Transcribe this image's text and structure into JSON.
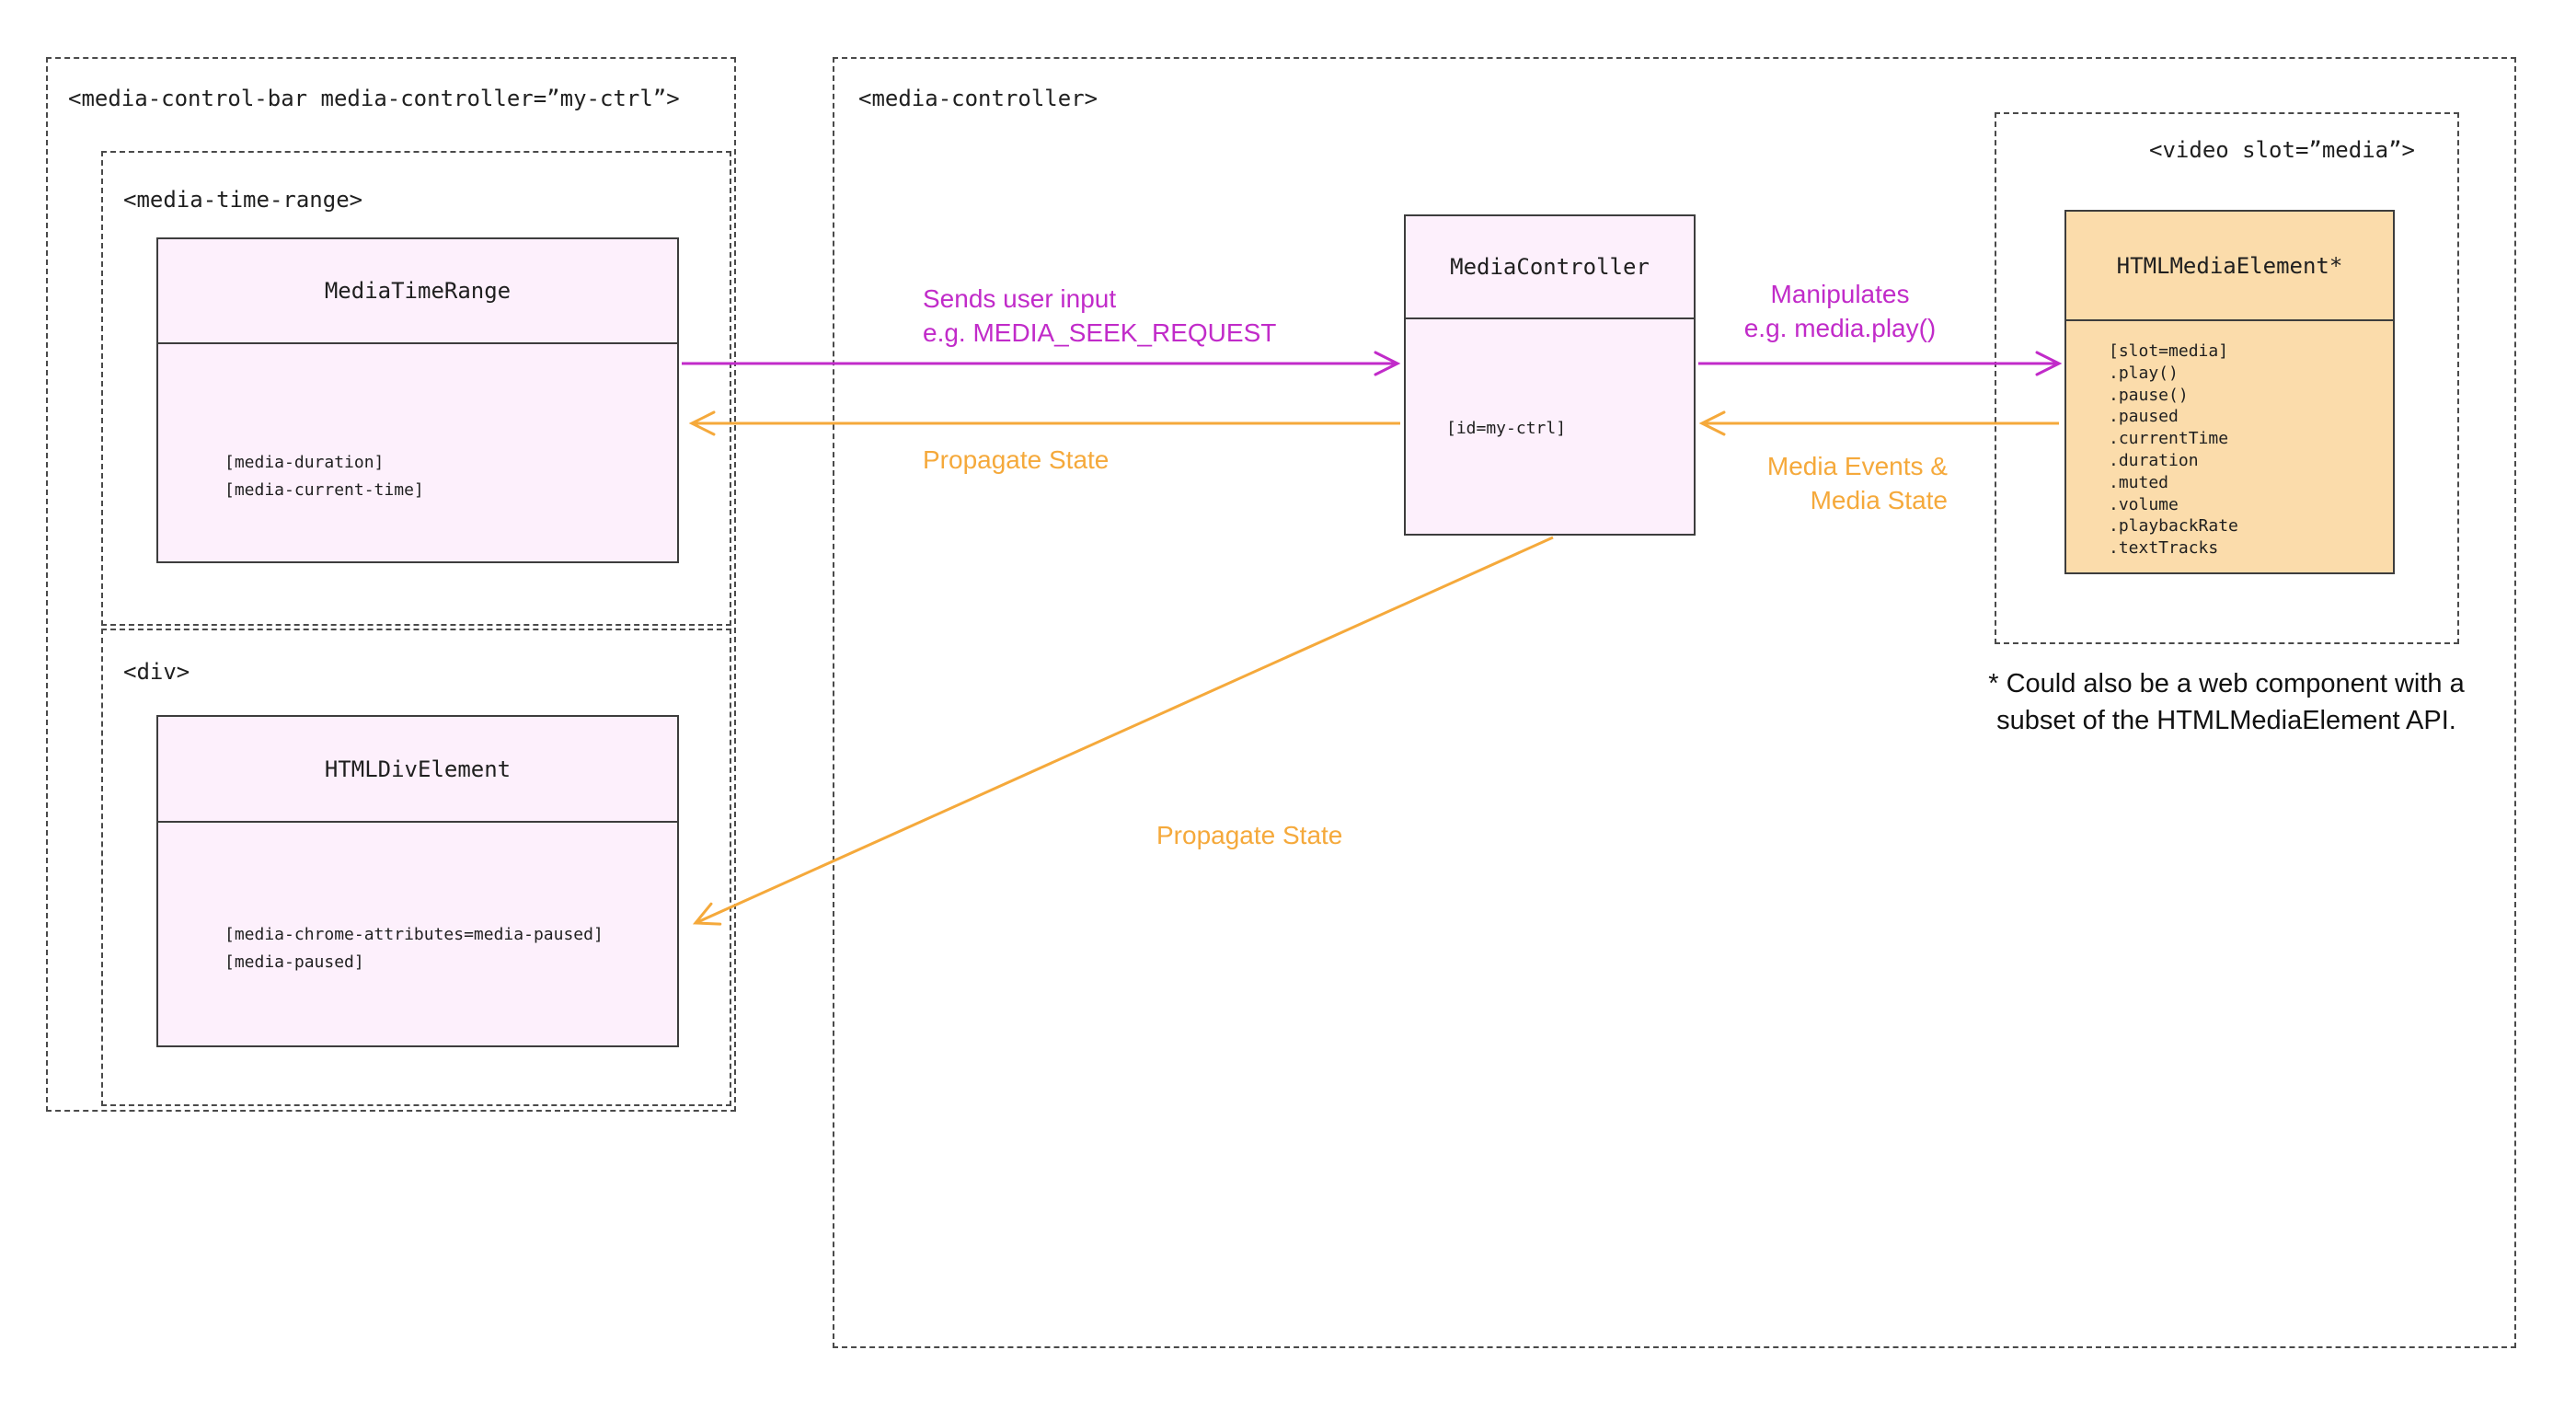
{
  "diagram": {
    "left_group": {
      "label": "<media-control-bar media-controller=”my-ctrl”>",
      "time_range_group": {
        "label": "<media-time-range>",
        "class_box": {
          "title": "MediaTimeRange",
          "attributes": [
            "[media-duration]",
            "[media-current-time]"
          ]
        }
      },
      "div_group": {
        "label": "<div>",
        "class_box": {
          "title": "HTMLDivElement",
          "attributes": [
            "[media-chrome-attributes=media-paused]",
            "[media-paused]"
          ]
        }
      }
    },
    "controller_group": {
      "label": "<media-controller>",
      "class_box": {
        "title": "MediaController",
        "attributes": [
          "[id=my-ctrl]"
        ]
      },
      "video_group": {
        "label": "<video slot=”media”>",
        "class_box": {
          "title": "HTMLMediaElement*",
          "attributes": [
            "[slot=media]",
            ".play()",
            ".pause()",
            ".paused",
            ".currentTime",
            ".duration",
            ".muted",
            ".volume",
            ".playbackRate",
            ".textTracks"
          ]
        }
      }
    },
    "footnote": [
      "* Could also be a web component with a",
      "subset of the HTMLMediaElement API."
    ],
    "arrow_labels": {
      "sends_user_input": [
        "Sends user input",
        "e.g. MEDIA_SEEK_REQUEST"
      ],
      "propagate_state_left": "Propagate State",
      "manipulates": [
        "Manipulates",
        "e.g. media.play()"
      ],
      "media_events": [
        "Media Events &",
        "Media State"
      ],
      "propagate_state_diagonal": "Propagate State"
    },
    "colors": {
      "magenta": "#c12bc9",
      "orange": "#f5a93b",
      "class_fill_pink": "#fdf0fc",
      "class_fill_orange": "#fbdcab",
      "box_border": "#3d3d3d"
    }
  }
}
